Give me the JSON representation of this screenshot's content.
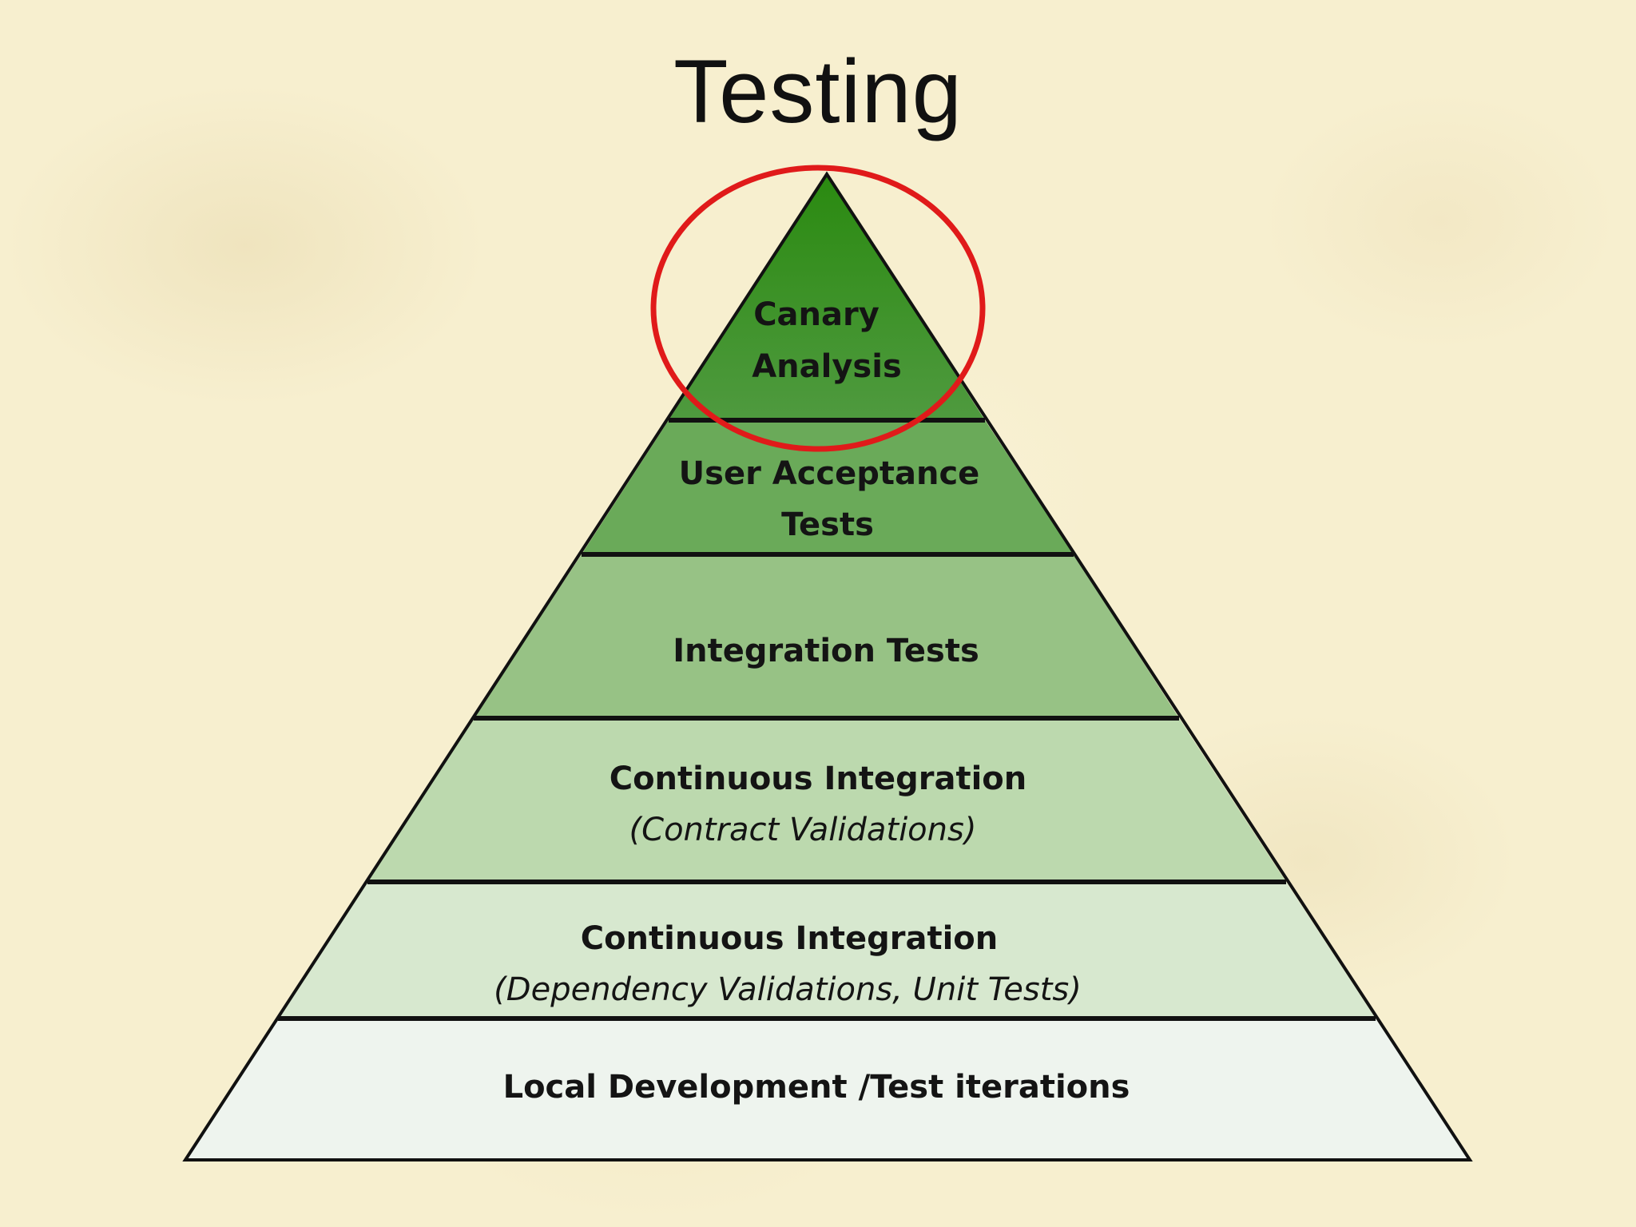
{
  "slide": {
    "title": "Testing"
  },
  "pyramid": {
    "tiers": [
      {
        "line1": "Canary",
        "line2": "Analysis",
        "color": "#4f9a3f"
      },
      {
        "line1": "User Acceptance",
        "line2": "Tests",
        "color": "#6aaa59"
      },
      {
        "line1": "Integration Tests",
        "line2": "",
        "color": "#97c285"
      },
      {
        "line1": "Continuous Integration",
        "line2": "(Contract Validations)",
        "color": "#bcd9ae"
      },
      {
        "line1": "Continuous Integration",
        "line2": "(Dependency Validations, Unit Tests)",
        "color": "#d7e8cf"
      },
      {
        "line1": "Local Development /Test iterations",
        "line2": "",
        "color": "#eef4ee"
      }
    ],
    "apex_color": "#2a8a10",
    "highlight": {
      "target": "Canary Analysis",
      "color": "#e01a1a"
    }
  }
}
